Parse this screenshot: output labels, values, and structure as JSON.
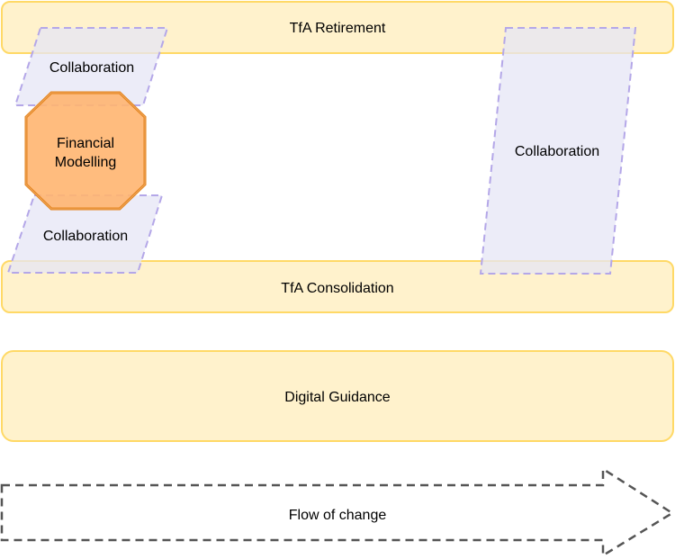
{
  "bars": {
    "retirement": "TfA Retirement",
    "consolidation": "TfA Consolidation",
    "digital_guidance": "Digital Guidance"
  },
  "collaboration": {
    "top_left": "Collaboration",
    "bottom_left": "Collaboration",
    "right": "Collaboration"
  },
  "financial_modelling": {
    "line1": "Financial",
    "line2": "Modelling"
  },
  "flow_arrow": {
    "label": "Flow of change"
  },
  "colors": {
    "bar_fill": "#fff2cc",
    "bar_stroke": "#ffd966",
    "collab_fill": "#e6e6f5",
    "collab_stroke": "#b4a7e8",
    "octagon_fill": "#ffb570",
    "octagon_stroke": "#e6851e",
    "arrow_stroke": "#555555"
  }
}
